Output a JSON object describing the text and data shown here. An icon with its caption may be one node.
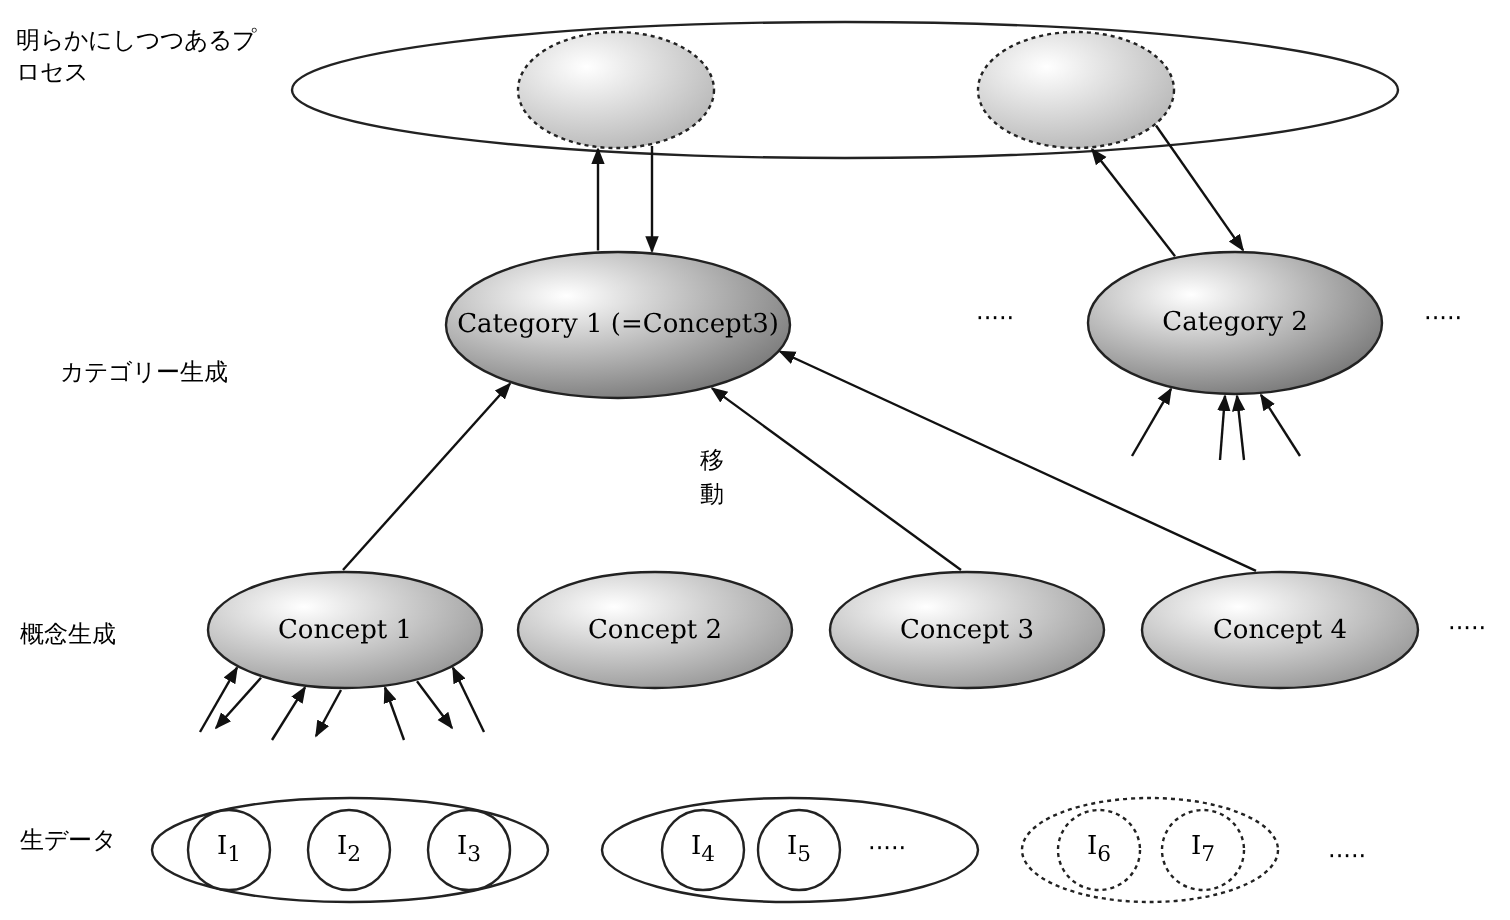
{
  "diagram": {
    "nodes": [
      {
        "text": [],
        "shape": "ellipse"
      },
      {
        "text": [],
        "shape": "ellipse",
        "in": 0
      },
      {
        "text": [],
        "shape": "ellipse",
        "in": 0
      },
      {
        "text": [
          "Category 1 (=Concept3)"
        ]
      },
      {
        "text": [
          "Category 2"
        ]
      },
      {
        "text": [
          "Concept 1"
        ]
      },
      {
        "text": [
          "Concept 2"
        ]
      },
      {
        "text": [
          "Concept 3"
        ]
      },
      {
        "text": [
          "Concept 4"
        ]
      },
      {
        "text": [],
        "shape": "ellipse"
      },
      {
        "text": [
          "I$_{1}$"
        ],
        "in": 9
      },
      {
        "text": [
          "I$_{2}$"
        ],
        "in": 9
      },
      {
        "text": [
          "I$_{3}$"
        ],
        "in": 9
      },
      {
        "text": [],
        "shape": "ellipse"
      },
      {
        "text": [
          "I$_{4}$"
        ],
        "in": 13
      },
      {
        "text": [
          "I$_{5}$"
        ],
        "in": 13
      },
      {
        "text": [],
        "shape": "ellipse"
      },
      {
        "text": [
          "I$_{6}$"
        ],
        "in": 16
      },
      {
        "text": [
          "I$_{7}$"
        ],
        "in": 16
      }
    ],
    "edges": [
      {
        "from": 3,
        "to": 1,
        "arrow": "to"
      },
      {
        "from": 1,
        "to": 3,
        "arrow": "to"
      },
      {
        "from": 4,
        "to": 2,
        "arrow": "to"
      },
      {
        "from": 2,
        "to": 4,
        "arrow": "to"
      },
      {
        "from": 5,
        "to": 3,
        "arrow": "to"
      },
      {
        "from": 7,
        "to": 3,
        "arrow": "to",
        "label": "移動"
      },
      {
        "from": 8,
        "to": 3,
        "arrow": "to"
      },
      {
        "from": null,
        "to": 4,
        "arrow": "to"
      },
      {
        "from": null,
        "to": 4,
        "arrow": "to"
      },
      {
        "from": null,
        "to": 4,
        "arrow": "to"
      },
      {
        "from": null,
        "to": 4,
        "arrow": "to"
      },
      {
        "from": null,
        "to": 5,
        "arrow": "to"
      },
      {
        "from": 5,
        "to": null,
        "arrow": "to"
      },
      {
        "from": null,
        "to": 5,
        "arrow": "to"
      },
      {
        "from": 5,
        "to": null,
        "arrow": "to"
      },
      {
        "from": null,
        "to": 5,
        "arrow": "to"
      },
      {
        "from": 5,
        "to": null,
        "arrow": "to"
      },
      {
        "from": null,
        "to": 5,
        "arrow": "to"
      }
    ],
    "labels": [
      "明らかにしつつあるプロセス",
      "·····",
      "カテゴリー生成",
      "·····",
      "概念生成",
      "·····",
      "生データ",
      "·····",
      "·····"
    ]
  }
}
